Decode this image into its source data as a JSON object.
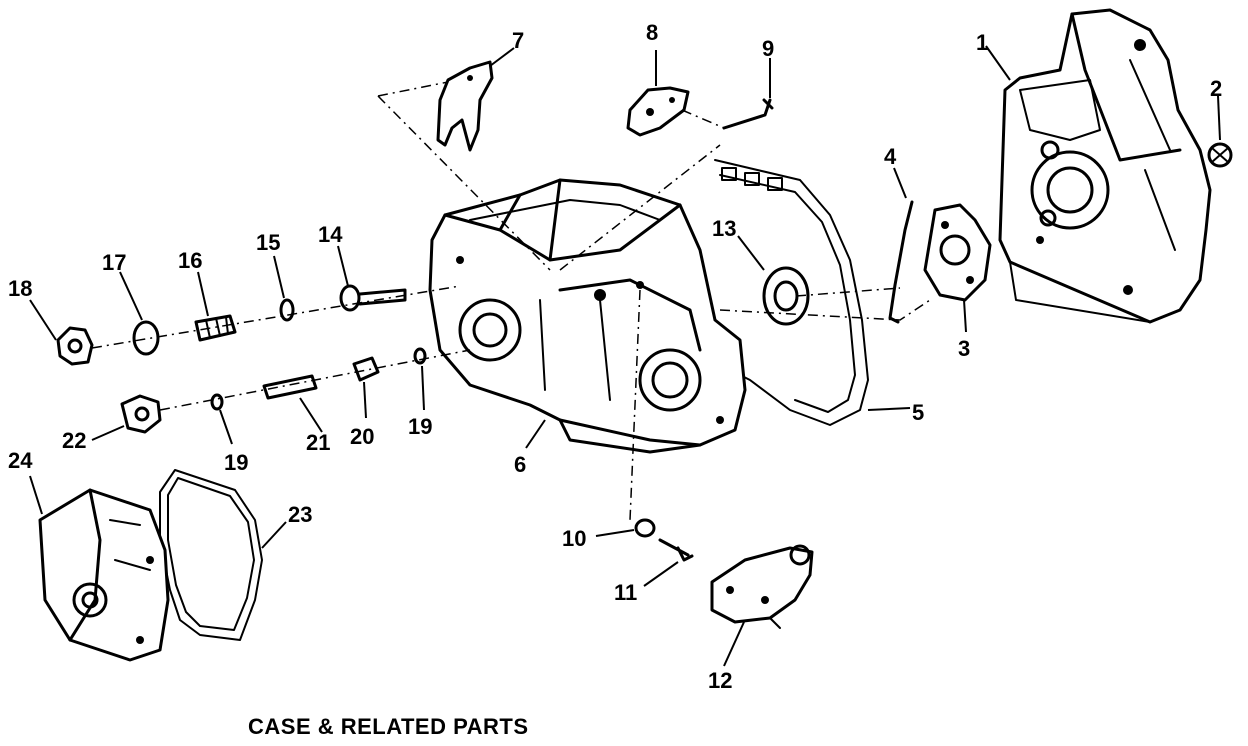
{
  "caption": "CASE & RELATED PARTS",
  "callouts": [
    "1",
    "2",
    "3",
    "4",
    "5",
    "6",
    "7",
    "8",
    "9",
    "10",
    "11",
    "12",
    "13",
    "14",
    "15",
    "16",
    "17",
    "18",
    "19",
    "19",
    "20",
    "21",
    "22",
    "23",
    "24"
  ]
}
